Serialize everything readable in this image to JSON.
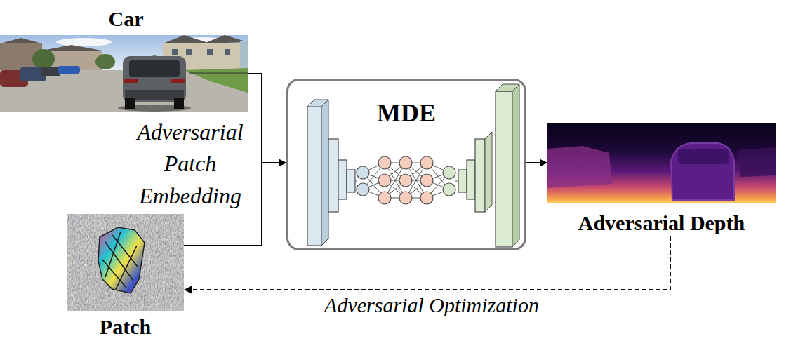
{
  "diagram": {
    "nodes": [
      {
        "text": [
          "Car"
        ]
      },
      {
        "text": [
          "Patch"
        ]
      },
      {
        "text": [
          "MDE"
        ]
      },
      {
        "text": [
          "Adversarial Depth"
        ]
      }
    ],
    "edges": [
      {
        "from": 0,
        "to": 2,
        "arrow": "to"
      },
      {
        "from": 1,
        "to": 2,
        "arrow": "to"
      },
      {
        "from": 2,
        "to": 3,
        "arrow": "to"
      },
      {
        "from": 3,
        "to": 1,
        "arrow": "to",
        "label": "Adversarial Optimization"
      }
    ],
    "labels": [
      "Adversarial Patch Embedding"
    ]
  }
}
